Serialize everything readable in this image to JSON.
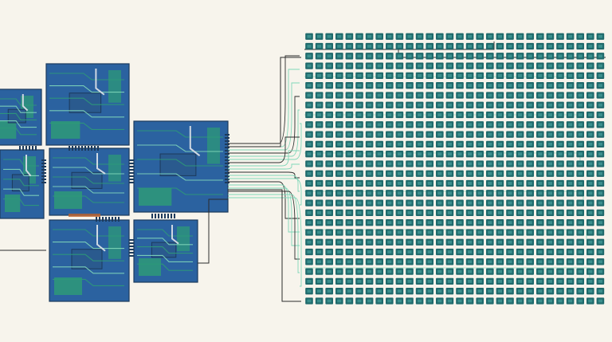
{
  "illustration": {
    "subject": "circuit-board-chips-to-chip-grid",
    "colors": {
      "background": "#f7f4ec",
      "board_blue": "#2b62a0",
      "board_edge": "#1c3a5c",
      "trace_green": "#2e9a78",
      "trace_light": "#7fd7b9",
      "chip_fill": "#1f6a6c",
      "chip_pad": "#3a8f8d",
      "wire_dark": "#2b2b2b",
      "pin_orange": "#c0642d"
    },
    "grid": {
      "rows": 28,
      "cols": 30
    }
  }
}
